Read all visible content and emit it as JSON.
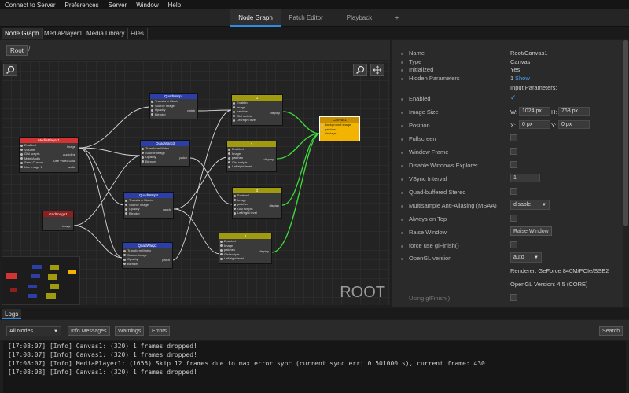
{
  "menu": [
    "Connect to Server",
    "Preferences",
    "Server",
    "Window",
    "Help"
  ],
  "main_tabs": [
    "Node Graph",
    "Patch Editor",
    "Playback",
    "+"
  ],
  "sub_tabs": [
    "Node Graph",
    "MediaPlayer1",
    "Media Library",
    "Files"
  ],
  "breadcrumb": {
    "root": "Root",
    "sep": "/"
  },
  "graph": {
    "root_label": "ROOT",
    "nodes": {
      "mediaplayer": {
        "title": "MediaPlayer1",
        "rows": [
          "Enabled",
          "Volume",
          "Glsl scripts",
          "Mute/Audio",
          "Send Custom",
          "Use Image 1"
        ],
        "outs": [
          "image",
          "audioline",
          "Use Video Data",
          "audio"
        ]
      },
      "quadwarp1": {
        "title": "QuadWarp1",
        "rows": [
          "Transform Matrix",
          "Source Image",
          "Opacity",
          "Blender"
        ],
        "out": "patch"
      },
      "quadwarp3": {
        "title": "QuadWarp3",
        "rows": [
          "Transform Matrix",
          "Source Image",
          "Opacity",
          "Blender"
        ],
        "out": "patch"
      },
      "quadwarp4": {
        "title": "QuadWarp4",
        "rows": [
          "Transform Matrix",
          "Source Image",
          "Opacity",
          "Blender"
        ],
        "out": "patch"
      },
      "quadwarp2": {
        "title": "QuadWarp2",
        "rows": [
          "Transform Matrix",
          "Source Image",
          "Opacity",
          "Blender"
        ],
        "out": "patch"
      },
      "gridimage": {
        "title": "GridImage1",
        "out": "image"
      },
      "display1": {
        "title": "1",
        "rows": [
          "Enabled",
          "Image",
          "patches",
          "Glsl scripts",
          "Left/right level"
        ],
        "out": "display"
      },
      "display2": {
        "title": "2",
        "rows": [
          "Enabled",
          "Image",
          "patches",
          "Glsl scripts",
          "Left/right level"
        ],
        "out": "display"
      },
      "display3": {
        "title": "3",
        "rows": [
          "Enabled",
          "Image",
          "patches",
          "Glsl scripts",
          "Left/right level"
        ],
        "out": "display"
      },
      "display4": {
        "title": "4",
        "rows": [
          "Enabled",
          "Image",
          "patches",
          "Glsl scripts",
          "Left/right level"
        ],
        "out": "display"
      },
      "canvas": {
        "title": "Canvas1",
        "rows": [
          "Background image",
          "patches",
          "displays"
        ]
      }
    }
  },
  "props": {
    "name_label": "Name",
    "name_value": "Root/Canvas1",
    "type_label": "Type",
    "type_value": "Canvas",
    "initialized_label": "Initialized",
    "initialized_value": "Yes",
    "hidden_label": "Hidden Parameters",
    "hidden_count": "1",
    "hidden_show": "Show",
    "input_params": "Input Parameters:",
    "enabled_label": "Enabled",
    "enabled_check": "✓",
    "image_size_label": "Image Size",
    "w_label": "W:",
    "w_value": "1024 px",
    "h_label": "H:",
    "h_value": "768 px",
    "position_label": "Position",
    "x_label": "X:",
    "x_value": "0 px",
    "y_label": "Y:",
    "y_value": "0 px",
    "fullscreen_label": "Fullscreen",
    "window_frame_label": "Window Frame",
    "disable_win_label": "Disable Windows Explorer",
    "vsync_label": "VSync Interval",
    "vsync_value": "1",
    "quad_label": "Quad-buffered Stereo",
    "msaa_label": "Multisample Anti-Aliasing (MSAA)",
    "msaa_value": "disable",
    "always_top_label": "Always on Top",
    "raise_label": "Raise Window",
    "raise_button": "Raise Window",
    "glfinish_label": "force use glFinish()",
    "opengl_label": "OpenGL version",
    "opengl_value": "auto",
    "renderer": "Renderer: GeForce 840M/PCIe/SSE2",
    "opengl_ver": "OpenGL Version: 4.5 (CORE)",
    "using_glfinish_label": "Using glFinish()"
  },
  "logs": {
    "tab": "Logs",
    "filter": "All Nodes",
    "info_btn": "Info Messages",
    "warn_btn": "Warnings",
    "err_btn": "Errors",
    "search_btn": "Search",
    "lines": [
      "[17:08:07] [Info] Canvas1: (320) 1 frames dropped!",
      "[17:08:07] [Info] Canvas1: (320) 1 frames dropped!",
      "[17:08:07] [Info] MediaPlayer1: (1655) Skip 12 frames due to max error sync (current sync err: 0.501000 s), current frame: 430",
      "[17:08:08] [Info] Canvas1: (320) 1 frames dropped!"
    ]
  },
  "colors": {
    "accent": "#2e8ce6",
    "wire_white": "#d8d8d8",
    "wire_green": "#3ddc3d",
    "node_red": "#d43333",
    "node_blue": "#2b3fa6",
    "node_olive": "#a09a10",
    "node_yellow": "#f2b400",
    "node_darkred": "#8c1f1f"
  }
}
